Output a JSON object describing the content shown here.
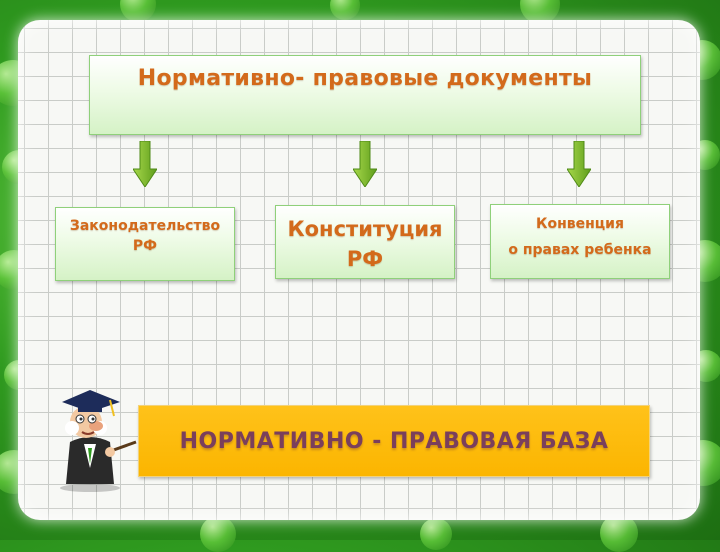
{
  "diagram": {
    "title": "Нормативно- правовые документы",
    "boxes": [
      {
        "lines": [
          "Законодательство",
          "РФ"
        ]
      },
      {
        "lines": [
          "Конституция",
          "РФ"
        ]
      },
      {
        "lines": [
          "Конвенция",
          "о правах ребенка"
        ]
      }
    ],
    "base_label": "НОРМАТИВНО - ПРАВОВАЯ БАЗА"
  },
  "colors": {
    "background": "#2f9a1f",
    "box_text": "#d36a1b",
    "arrow": "#7fbf2a",
    "base_fill": "#fbb500",
    "base_text": "#7a3f5c"
  }
}
